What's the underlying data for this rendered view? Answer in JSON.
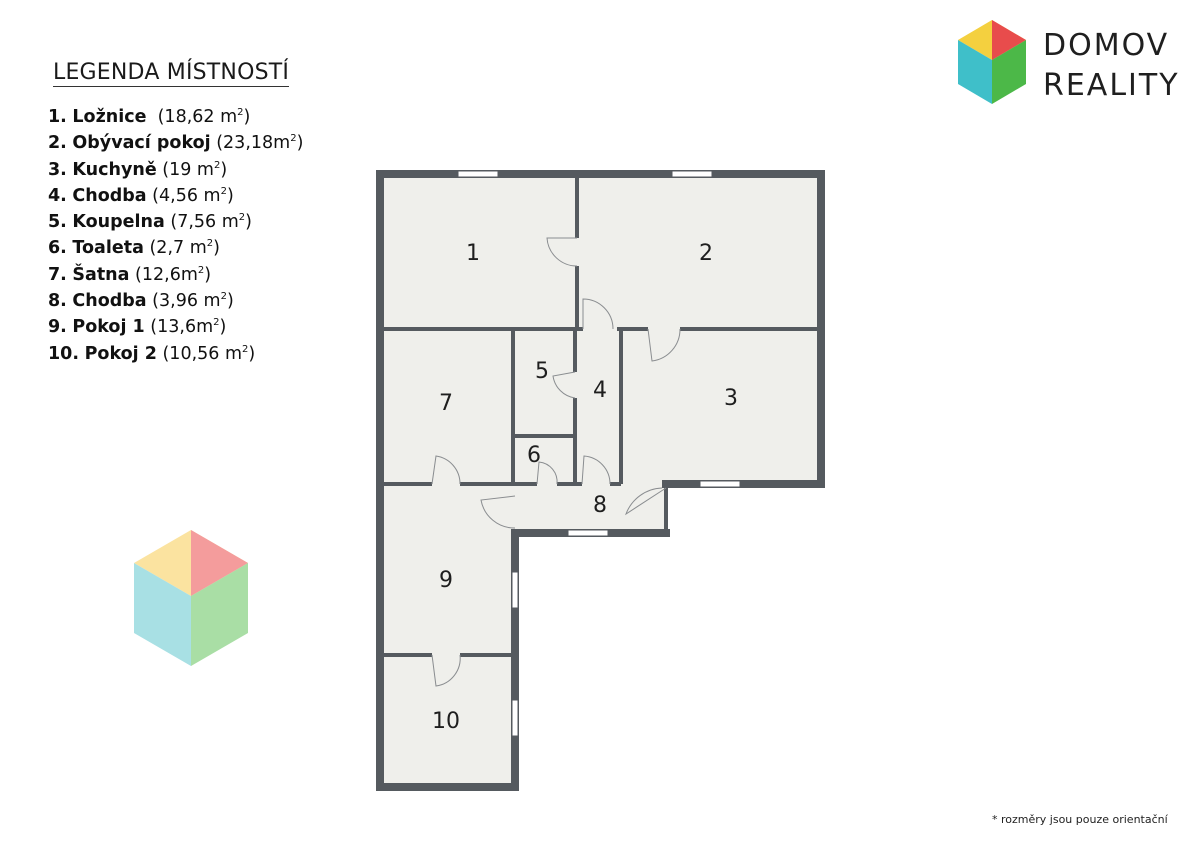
{
  "legend": {
    "title": "LEGENDA MÍSTNOSTÍ",
    "items": [
      {
        "number": "1.",
        "name": "Ložnice",
        "area": "(18,62 m",
        "unit_sup": "2",
        "suffix": ")"
      },
      {
        "number": "2.",
        "name": "Obývací pokoj",
        "area": "(23,18m",
        "unit_sup": "2",
        "suffix": ")"
      },
      {
        "number": "3.",
        "name": "Kuchyně",
        "area": "(19 m",
        "unit_sup": "2",
        "suffix": ")"
      },
      {
        "number": "4.",
        "name": "Chodba",
        "area": "(4,56 m",
        "unit_sup": "2",
        "suffix": ")"
      },
      {
        "number": "5.",
        "name": "Koupelna",
        "area": "(7,56 m",
        "unit_sup": "2",
        "suffix": ")"
      },
      {
        "number": "6.",
        "name": "Toaleta",
        "area": "(2,7 m",
        "unit_sup": "2",
        "suffix": ")"
      },
      {
        "number": "7.",
        "name": "Šatna",
        "area": "(12,6m",
        "unit_sup": "2",
        "suffix": ")"
      },
      {
        "number": "8.",
        "name": "Chodba",
        "area": "(3,96 m",
        "unit_sup": "2",
        "suffix": ")"
      },
      {
        "number": "9.",
        "name": "Pokoj 1",
        "area": "(13,6m",
        "unit_sup": "2",
        "suffix": ")"
      },
      {
        "number": "10.",
        "name": "Pokoj 2",
        "area": "(10,56 m",
        "unit_sup": "2",
        "suffix": ")"
      }
    ]
  },
  "brand": {
    "line1": "DOMOV",
    "line2": "REALITY"
  },
  "colors": {
    "yellow": "#f4d03f",
    "red": "#e84c4c",
    "teal": "#3fbfc9",
    "green": "#4cb848",
    "wall": "#555a5f",
    "floor": "#efefeb",
    "window": "#ffffff"
  },
  "room_labels": [
    "1",
    "2",
    "3",
    "4",
    "5",
    "6",
    "7",
    "8",
    "9",
    "10"
  ],
  "footnote": "* rozměry jsou pouze orientační"
}
